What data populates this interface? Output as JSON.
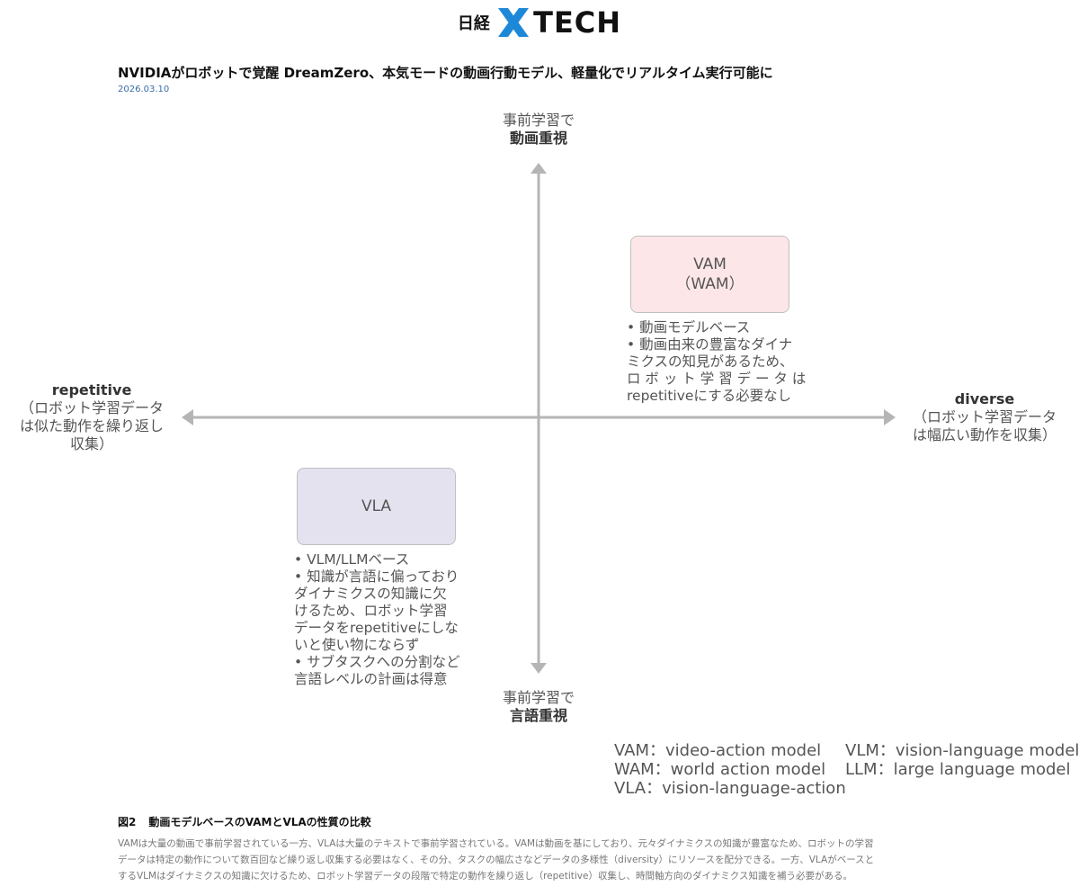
{
  "header": {
    "logo_jp": "日経",
    "logo_tech": "TECH",
    "headline": "NVIDIAがロボットで覚醒 DreamZero、本気モードの動画行動モデル、軽量化でリアルタイム実行可能に",
    "date": "2026.03.10"
  },
  "diagram": {
    "top_label": {
      "line1": "事前学習で",
      "line2": "動画重視"
    },
    "bottom_label": {
      "line1": "事前学習で",
      "line2": "言語重視"
    },
    "left_label": {
      "line1": "repetitive",
      "line2": "（ロボット学習データ",
      "line3": "は似た動作を繰り返し",
      "line4": "収集）"
    },
    "right_label": {
      "line1": "diverse",
      "line2": "（ロボット学習データ",
      "line3": "は幅広い動作を収集）"
    },
    "vam_box": {
      "line1": "VAM",
      "line2": "（WAM）",
      "color": "#fce6e8"
    },
    "vla_box": {
      "line1": "VLA",
      "color": "#e4e2ef"
    },
    "vam_notes": [
      "• 動画モデルベース",
      "• 動画由来の豊富なダイナ",
      "ミクスの知見があるため、",
      "ロ ボ ッ ト 学 習 デ ー タ は",
      "repetitiveにする必要なし"
    ],
    "vla_notes": [
      "• VLM/LLMベース",
      "• 知識が言語に偏っており",
      "ダイナミクスの知識に欠",
      "けるため、ロボット学習",
      "データをrepetitiveにしな",
      "いと使い物にならず",
      "• サブタスクへの分割など",
      "言語レベルの計画は得意"
    ],
    "abbreviations_left": [
      "VAM：video-action model",
      "WAM：world action model",
      "VLA：vision-language-action"
    ],
    "abbreviations_right": [
      "VLM：vision-language model",
      "LLM：large language model"
    ],
    "axis_color": "#b5b5b5"
  },
  "figure": {
    "number": "図2",
    "title": "動画モデルベースのVAMとVLAの性質の比較",
    "caption_lines": [
      "VAMは大量の動画で事前学習されている一方、VLAは大量のテキストで事前学習されている。VAMは動画を基にしており、元々ダイナミクスの知識が豊富なため、ロボットの学習",
      "データは特定の動作について数百回など繰り返し収集する必要はなく、その分、タスクの幅広さなどデータの多様性（diversity）にリソースを配分できる。一方、VLAがベースと",
      "するVLMはダイナミクスの知識に欠けるため、ロボット学習データの段階で特定の動作を繰り返し（repetitive）収集し、時間軸方向のダイナミクス知識を補う必要がある。"
    ]
  }
}
